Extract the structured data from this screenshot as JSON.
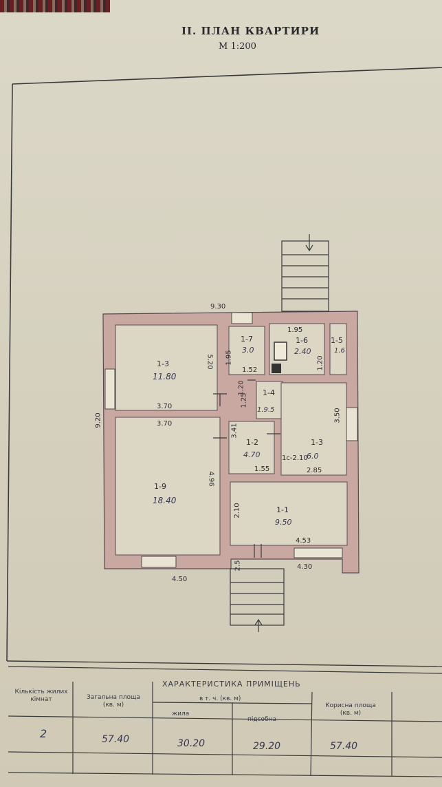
{
  "header": {
    "title": "II. ПЛАН КВАРТИРИ",
    "scale": "М 1:200"
  },
  "plan": {
    "rooms": [
      {
        "id": "1-3",
        "area": "11.80"
      },
      {
        "id": "1-9",
        "area": "18.40"
      },
      {
        "id": "1-7",
        "area": "3.0"
      },
      {
        "id": "1-6",
        "area": "2.40"
      },
      {
        "id": "1-5",
        "area": "1.6"
      },
      {
        "id": "1-4",
        "area": "1.9.5"
      },
      {
        "id": "1-2",
        "area": "4.70"
      },
      {
        "id": "1-3",
        "area": "6.0"
      },
      {
        "id": "1-1",
        "area": "9.50"
      }
    ],
    "dimensions": {
      "top_width": "9.30",
      "left_height": "9.20",
      "room13_height": "5.20",
      "room13_width": "3.70",
      "room19_width": "3.70",
      "room19_height": "4.96",
      "bottom_left": "4.50",
      "bottom_right": "4.30",
      "right_room": "4.53",
      "bay_width": "1.95",
      "r17_side": "1.95",
      "r17_width": "1.52",
      "r16_side": "1.20",
      "r14_side": "1.25",
      "r14_top": "1.20",
      "corridor": "3.41",
      "r13_side": "3.50",
      "r13_bottom": "2.85",
      "r13_extra": "1с-2.10",
      "r12_bottom": "1.55",
      "r11_side": "2.10",
      "porch": "2.5"
    }
  },
  "table": {
    "caption": "ХАРАКТЕРИСТИКА ПРИМІЩЕНЬ",
    "subheader": "в т. ч. (кв. м)",
    "columns": [
      "Кількість жилих кімнат",
      "Загальна площа (кв. м)",
      "жила",
      "підсобна",
      "Корисна площа (кв. м)"
    ],
    "row": [
      "2",
      "57.40",
      "30.20",
      "29.20",
      "57.40"
    ]
  }
}
